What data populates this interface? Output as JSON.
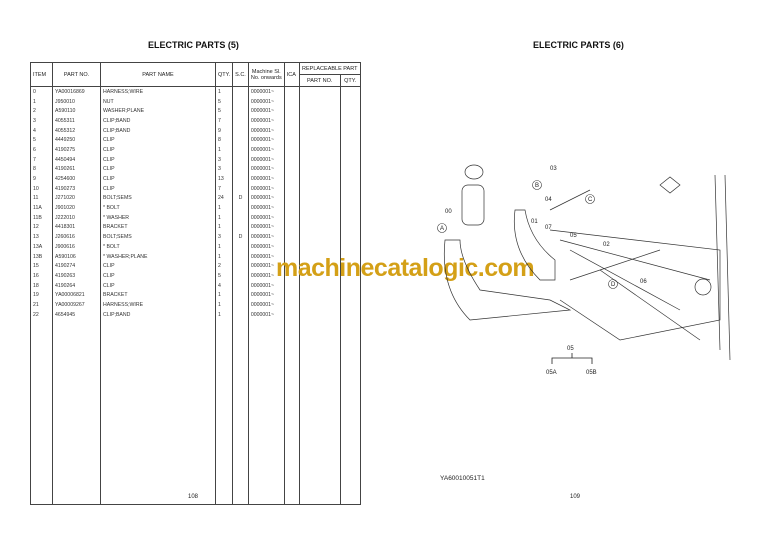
{
  "left_page": {
    "title": "ELECTRIC PARTS (5)",
    "page_number": "108"
  },
  "right_page": {
    "title": "ELECTRIC PARTS (6)",
    "page_number": "109",
    "caption": "YA60010051T1"
  },
  "watermark": "machinecatalogic.com",
  "table": {
    "headers": {
      "item": "ITEM",
      "part_no": "PART NO.",
      "part_name": "PART NAME",
      "qty": "QTY.",
      "sc": "S.C.",
      "machine_sl_1": "Machine Sl.",
      "machine_sl_2": "No. onwards",
      "ica": "ICA",
      "replaceable": "REPLACEABLE PART",
      "rep_part_no": "PART NO.",
      "rep_qty": "QTY."
    },
    "rows": [
      [
        "0",
        "YA00016869",
        "HARNESS;WIRE",
        "1",
        "",
        "0000001~"
      ],
      [
        "1",
        "J950010",
        "NUT",
        "5",
        "",
        "0000001~"
      ],
      [
        "2",
        "A590110",
        "WASHER;PLANE",
        "5",
        "",
        "0000001~"
      ],
      [
        "3",
        "4055311",
        "CLIP;BAND",
        "7",
        "",
        "0000001~"
      ],
      [
        "4",
        "4055312",
        "CLIP;BAND",
        "9",
        "",
        "0000001~"
      ],
      [
        "5",
        "4449250",
        "CLIP",
        "8",
        "",
        "0000001~"
      ],
      [
        "6",
        "4190275",
        "CLIP",
        "1",
        "",
        "0000001~"
      ],
      [
        "7",
        "4450494",
        "CLIP",
        "3",
        "",
        "0000001~"
      ],
      [
        "8",
        "4190261",
        "CLIP",
        "3",
        "",
        "0000001~"
      ],
      [
        "9",
        "4254600",
        "CLIP",
        "13",
        "",
        "0000001~"
      ],
      [
        "10",
        "4190273",
        "CLIP",
        "7",
        "",
        "0000001~"
      ],
      [
        "11",
        "J271020",
        "BOLT;SEMS",
        "24",
        "D",
        "0000001~"
      ],
      [
        "11A",
        "J901020",
        "* BOLT",
        "1",
        "",
        "0000001~"
      ],
      [
        "11B",
        "J222010",
        "* WASHER",
        "1",
        "",
        "0000001~"
      ],
      [
        "12",
        "4418301",
        "BRACKET",
        "1",
        "",
        "0000001~"
      ],
      [
        "13",
        "J260616",
        "BOLT;SEMS",
        "3",
        "D",
        "0000001~"
      ],
      [
        "13A",
        "J900616",
        "* BOLT",
        "1",
        "",
        "0000001~"
      ],
      [
        "13B",
        "A590106",
        "* WASHER;PLANE",
        "1",
        "",
        "0000001~"
      ],
      [
        "15",
        "4190274",
        "CLIP",
        "2",
        "",
        "0000001~"
      ],
      [
        "16",
        "4190263",
        "CLIP",
        "5",
        "",
        "0000001~"
      ],
      [
        "18",
        "4190264",
        "CLIP",
        "4",
        "",
        "0000001~"
      ],
      [
        "19",
        "YA00006821",
        "BRACKET",
        "1",
        "",
        "0000001~"
      ],
      [
        "21",
        "YA00009267",
        "HARNESS;WIRE",
        "1",
        "",
        "0000001~"
      ],
      [
        "22",
        "4654945",
        "CLIP;BAND",
        "1",
        "",
        "0000001~"
      ]
    ]
  },
  "diagram": {
    "labels": [
      "00",
      "01",
      "02",
      "03",
      "04",
      "05",
      "06",
      "07"
    ],
    "callouts": [
      "A",
      "B",
      "C",
      "D"
    ],
    "tree": {
      "parent": "05",
      "children": [
        "05A",
        "05B"
      ]
    }
  }
}
